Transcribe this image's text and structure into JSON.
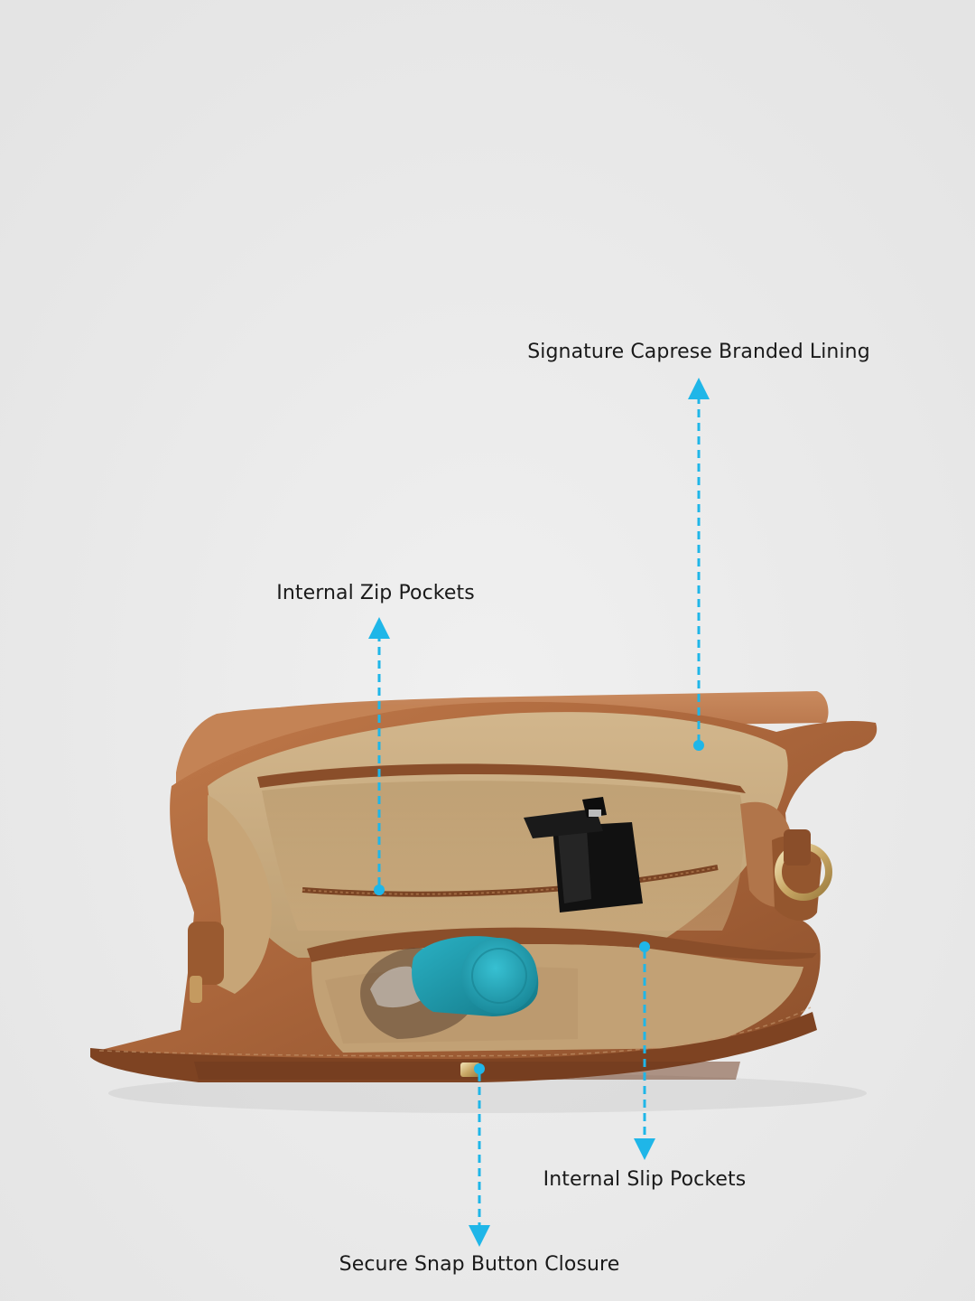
{
  "colors": {
    "background": "#ebebeb",
    "callout_accent": "#1fb6e8",
    "leather": "#a8643a",
    "lining": "#c9ac82",
    "bottle_cap": "#1d8fa0"
  },
  "callouts": {
    "branded_lining": "Signature Caprese Branded Lining",
    "zip_pockets": "Internal Zip Pockets",
    "slip_pockets": "Internal Slip Pockets",
    "snap_closure": "Secure Snap Button Closure"
  }
}
